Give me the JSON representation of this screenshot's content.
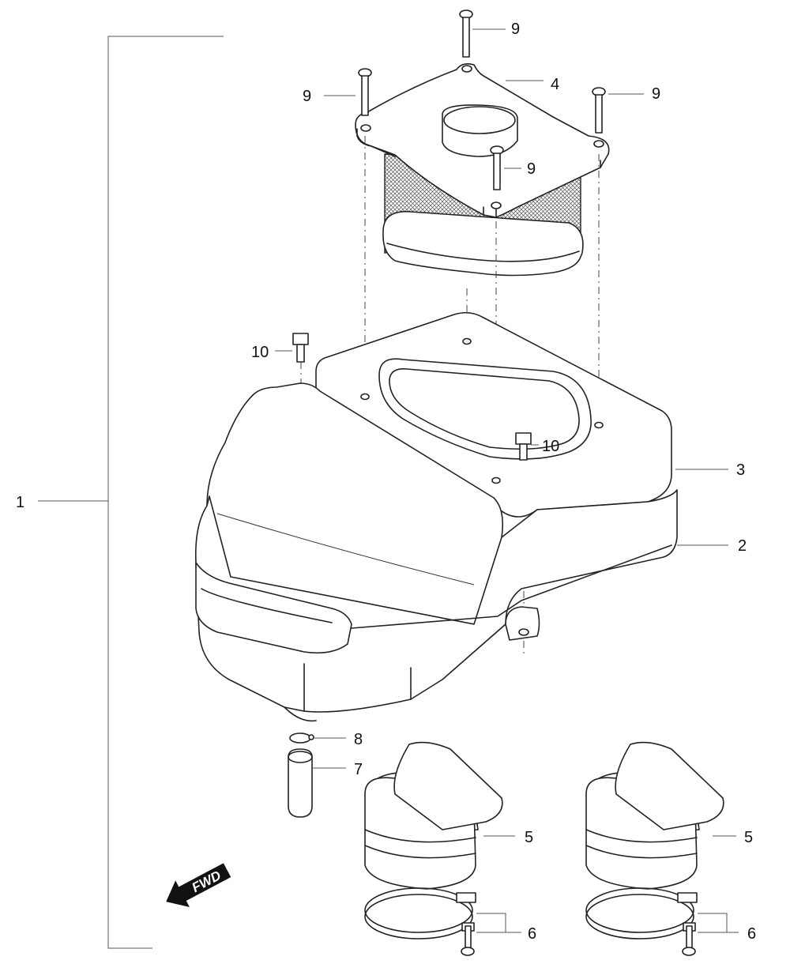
{
  "callouts": {
    "c1": "1",
    "c2": "2",
    "c3": "3",
    "c4": "4",
    "c5a": "5",
    "c5b": "5",
    "c6a": "6",
    "c6b": "6",
    "c7": "7",
    "c8": "8",
    "c9a": "9",
    "c9b": "9",
    "c9c": "9",
    "c9d": "9",
    "c10a": "10",
    "c10b": "10"
  },
  "direction_arrow": {
    "label": "FWD",
    "icon": "fwd-arrow-icon"
  }
}
